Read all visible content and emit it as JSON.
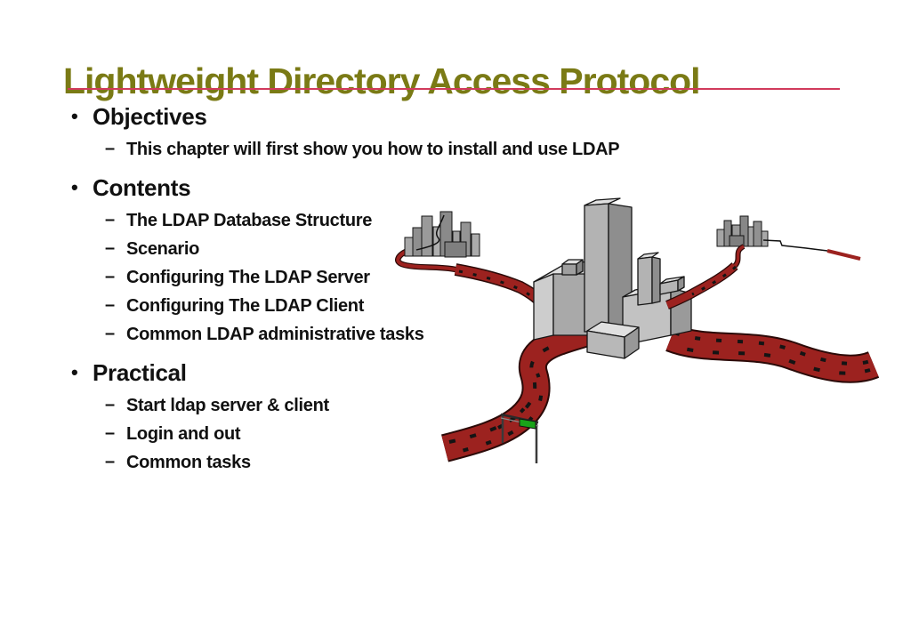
{
  "slide": {
    "title": "Lightweight Directory Access Protocol",
    "bullet_glyphs": {
      "level1": "•",
      "level2": "–"
    },
    "outline": [
      {
        "level": 1,
        "text": "Objectives"
      },
      {
        "level": 2,
        "text": "This chapter will first show you how to install and use LDAP"
      },
      {
        "level": 1,
        "text": "Contents"
      },
      {
        "level": 2,
        "text": "The LDAP Database Structure"
      },
      {
        "level": 2,
        "text": "Scenario"
      },
      {
        "level": 2,
        "text": "Configuring The LDAP Server"
      },
      {
        "level": 2,
        "text": "Configuring The LDAP Client"
      },
      {
        "level": 2,
        "text": "Common LDAP administrative tasks"
      },
      {
        "level": 1,
        "text": "Practical"
      },
      {
        "level": 2,
        "text": "Start ldap server & client"
      },
      {
        "level": 2,
        "text": "Login and out"
      },
      {
        "level": 2,
        "text": "Common tasks"
      }
    ],
    "colors": {
      "background": "#ffffff",
      "title": "#7a7a15",
      "rule": "#d13a5c",
      "text": "#111111",
      "road": "#9c221f",
      "road_edge": "#2b0a08",
      "building_front": "#b3b3b3",
      "building_side": "#8e8e8e",
      "building_top": "#e0e0e0",
      "sign_green": "#19a319"
    }
  }
}
